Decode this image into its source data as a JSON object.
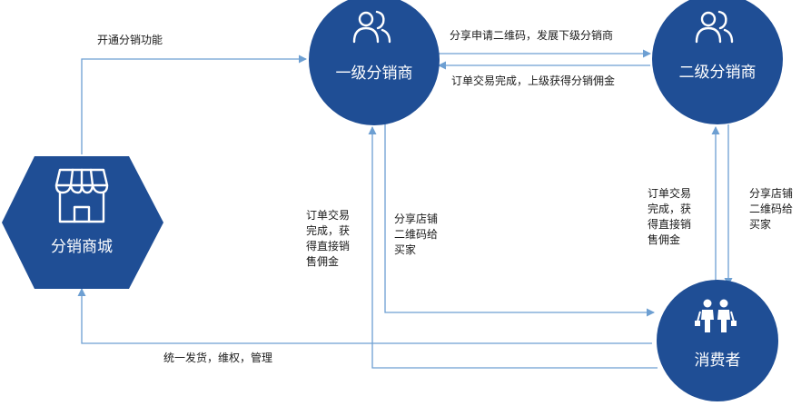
{
  "colors": {
    "node": "#1f4e95",
    "line": "#6d9fd2",
    "label": "#1a1a1a"
  },
  "nodes": {
    "mall": {
      "label": "分销商城",
      "icon": "storefront-icon"
    },
    "level1": {
      "label": "一级分销商",
      "icon": "users-icon"
    },
    "level2": {
      "label": "二级分销商",
      "icon": "users-icon"
    },
    "consumer": {
      "label": "消费者",
      "icon": "shoppers-icon"
    }
  },
  "edges": {
    "mall_to_level1": {
      "lines": [
        "开通分销功能"
      ]
    },
    "level1_to_level2": {
      "lines": [
        "分享申请二维码，发展下级分销商"
      ]
    },
    "level2_to_level1": {
      "lines": [
        "订单交易完成，上级获得分销佣金"
      ]
    },
    "consumer_to_level1": {
      "lines": [
        "订单交易",
        "完成，获",
        "得直接销",
        "售佣金"
      ]
    },
    "level1_to_consumer": {
      "lines": [
        "分享店铺",
        "二维码给",
        "买家"
      ]
    },
    "consumer_to_level2": {
      "lines": [
        "订单交易",
        "完成，获",
        "得直接销",
        "售佣金"
      ]
    },
    "level2_to_consumer": {
      "lines": [
        "分享店铺",
        "二维码给",
        "买家"
      ]
    },
    "consumer_to_mall": {
      "lines": [
        "统一发货，维权，管理"
      ]
    }
  }
}
